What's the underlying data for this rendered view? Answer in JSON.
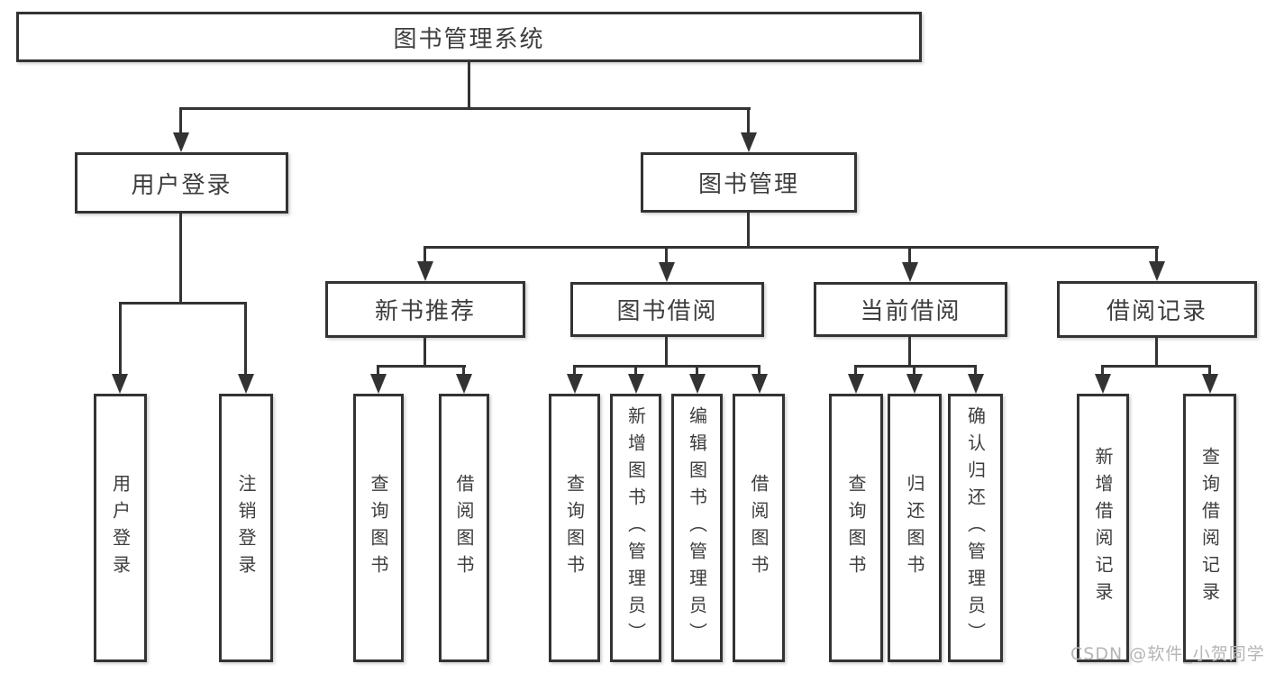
{
  "diagram": {
    "root": {
      "label": "图书管理系统",
      "children": [
        {
          "label": "用户登录",
          "children": [
            {
              "label": "用户登录"
            },
            {
              "label": "注销登录"
            }
          ]
        },
        {
          "label": "图书管理",
          "children": [
            {
              "label": "新书推荐",
              "children": [
                {
                  "label": "查询图书"
                },
                {
                  "label": "借阅图书"
                }
              ]
            },
            {
              "label": "图书借阅",
              "children": [
                {
                  "label": "查询图书"
                },
                {
                  "label": "新增图书（管理员）"
                },
                {
                  "label": "编辑图书（管理员）"
                },
                {
                  "label": "借阅图书"
                }
              ]
            },
            {
              "label": "当前借阅",
              "children": [
                {
                  "label": "查询图书"
                },
                {
                  "label": "归还图书"
                },
                {
                  "label": "确认归还（管理员）"
                }
              ]
            },
            {
              "label": "借阅记录",
              "children": [
                {
                  "label": "新增借阅记录"
                },
                {
                  "label": "查询借阅记录"
                }
              ]
            }
          ]
        }
      ]
    }
  },
  "watermark": {
    "text": "CSDN @软件_小贺同学"
  },
  "colors": {
    "line": "#333333",
    "box_border": "#333333",
    "text": "#3d3d3d",
    "watermark": "#b5b5b5",
    "background": "#ffffff"
  }
}
